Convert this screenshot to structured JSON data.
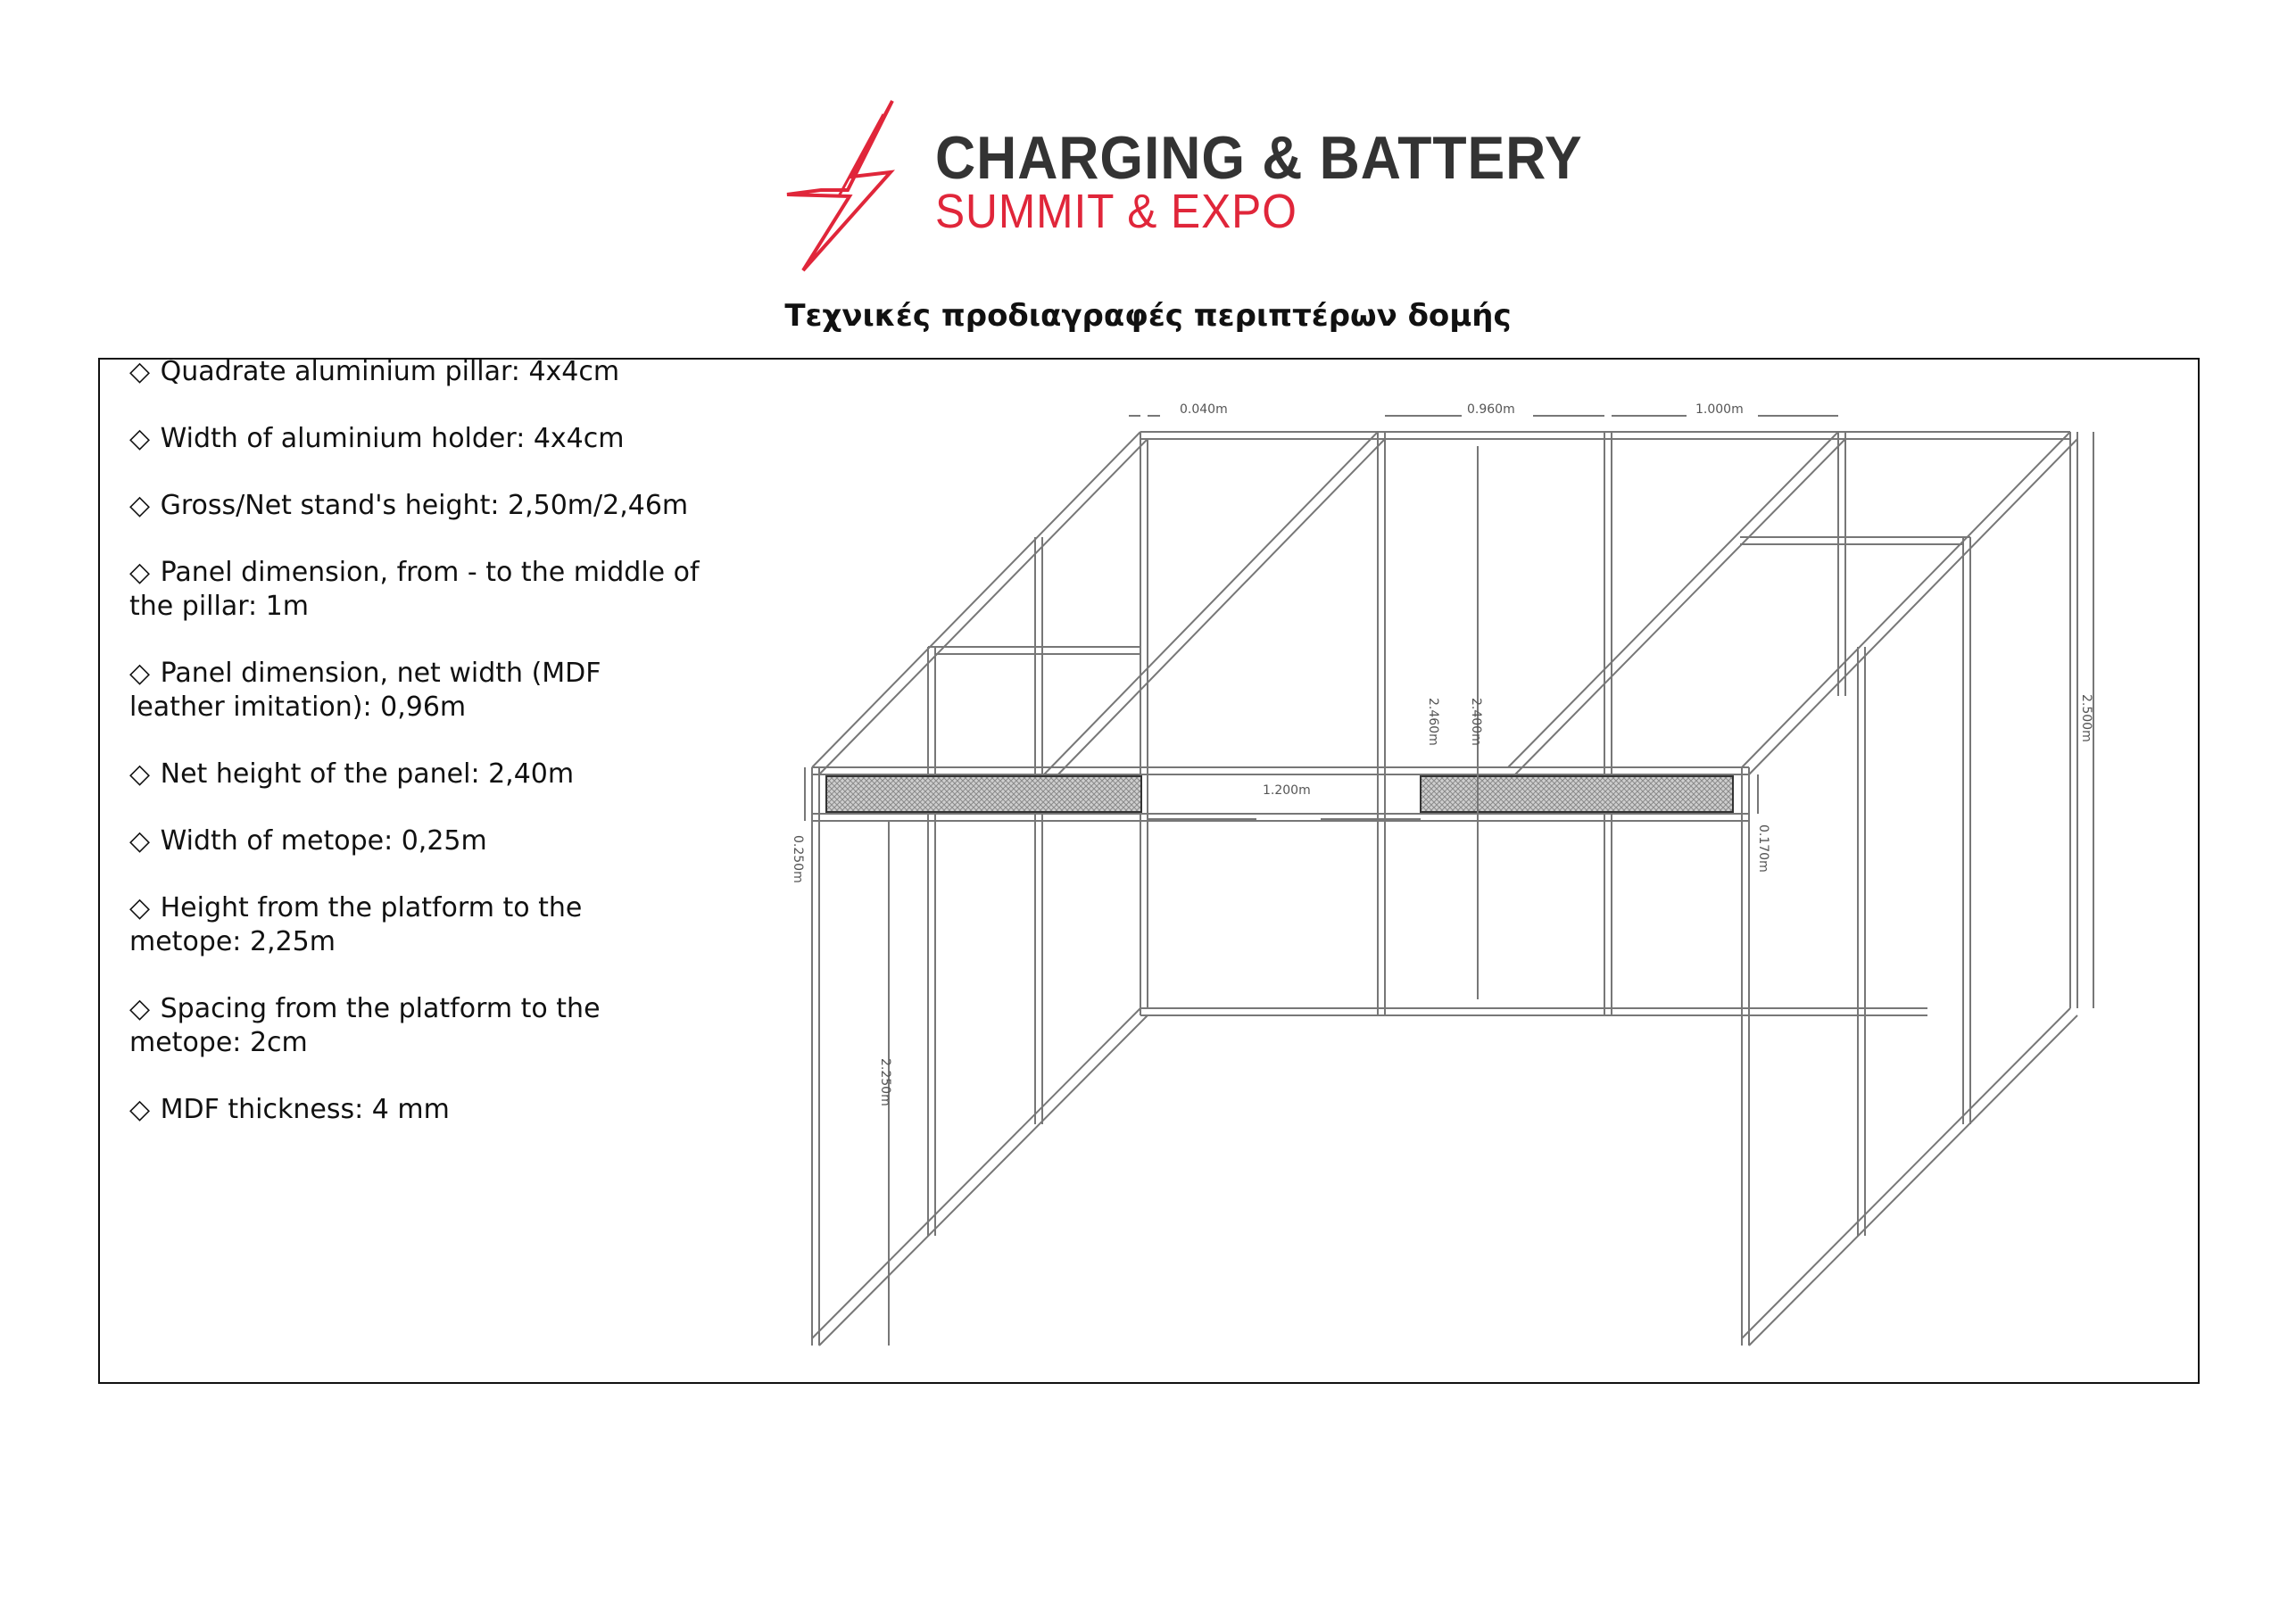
{
  "logo": {
    "line1": "CHARGING & BATTERY",
    "line2": "SUMMIT & EXPO",
    "colors": {
      "dark": "#333333",
      "accent": "#e0263a"
    }
  },
  "document": {
    "title": "Τεχνικές προδιαγραφές περιπτέρων δομής"
  },
  "specs": {
    "marker": "◇",
    "items": [
      "Quadrate aluminium pillar: 4x4cm",
      "Width of aluminium holder: 4x4cm",
      "Gross/Net stand's height: 2,50m/2,46m",
      "Panel dimension, from - to the middle of the pillar: 1m",
      "Panel dimension, net width (MDF leather imitation): 0,96m",
      "Net height of the panel: 2,40m",
      "Width of metope: 0,25m",
      "Height from the platform to the metope: 2,25m",
      "Spacing from the platform to the metope: 2cm",
      "MDF thickness: 4 mm"
    ]
  },
  "drawing": {
    "dimensions": {
      "pillar": "0.040m",
      "panel_net": "0.960m",
      "panel": "1.000m",
      "metope_span": "1.200m",
      "height_2460": "2.460m",
      "height_2400": "2.400m",
      "height_2500": "2.500m",
      "metope_width": "0.250m",
      "metope_gap": "0.170m",
      "height_2250": "2.250m"
    }
  }
}
